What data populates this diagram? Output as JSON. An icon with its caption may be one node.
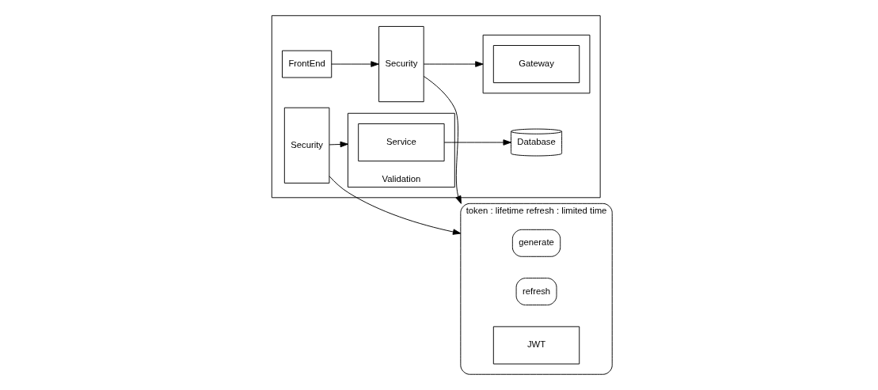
{
  "diagram": {
    "nodes": [
      {
        "text": [
          "token : lifetime refresh : limited time"
        ]
      },
      {
        "text": [
          "generate"
        ],
        "in": 0
      },
      {
        "text": [
          "refresh"
        ],
        "in": 0
      },
      {
        "text": [
          "JWT"
        ],
        "in": 0
      },
      {
        "text": [],
        "shape": "box"
      },
      {
        "text": [
          "FrontEnd"
        ],
        "in": 4
      },
      {
        "text": [
          "Security"
        ],
        "in": 4
      },
      {
        "text": [],
        "shape": "box",
        "in": 4
      },
      {
        "text": [
          "Gateway"
        ],
        "in": 7
      },
      {
        "text": [
          "Security"
        ],
        "in": 4
      },
      {
        "text": [
          "Validation"
        ],
        "in": 4
      },
      {
        "text": [
          "Service"
        ],
        "in": 10
      },
      {
        "text": [
          "Database"
        ],
        "in": 4
      }
    ],
    "edges": [
      {
        "from": 5,
        "to": 6,
        "arrow": "to"
      },
      {
        "from": 6,
        "to": 7,
        "arrow": "to"
      },
      {
        "from": 6,
        "to": 0,
        "arrow": "to"
      },
      {
        "from": 9,
        "to": 0,
        "arrow": "to"
      },
      {
        "from": 9,
        "to": 10,
        "arrow": "to"
      },
      {
        "from": 11,
        "to": 12,
        "arrow": "to"
      }
    ]
  }
}
